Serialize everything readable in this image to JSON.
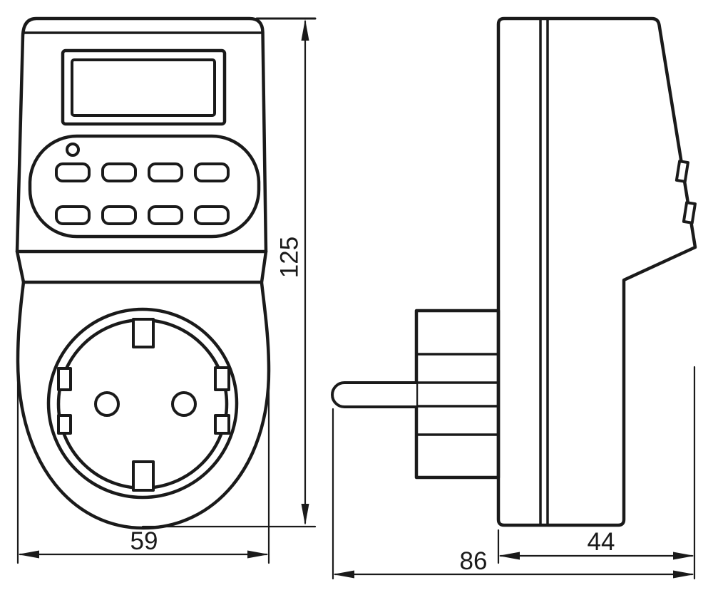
{
  "page": {
    "background": "#ffffff",
    "line_color": "#1a1a1a"
  },
  "drawing": {
    "kind": "two-view technical line drawing of a plug-in digital timer socket",
    "front_view": {
      "name": "front-view",
      "features": [
        "lcd-display",
        "led-indicator",
        "button-grid-2x4",
        "schuko-socket"
      ],
      "dim_height": "125",
      "dim_width": "59"
    },
    "side_view": {
      "name": "side-view",
      "features": [
        "case-seam",
        "mains-plug-block",
        "plug-pin",
        "side-clip-tabs"
      ],
      "dim_total_depth": "86",
      "dim_body_depth": "44"
    }
  }
}
